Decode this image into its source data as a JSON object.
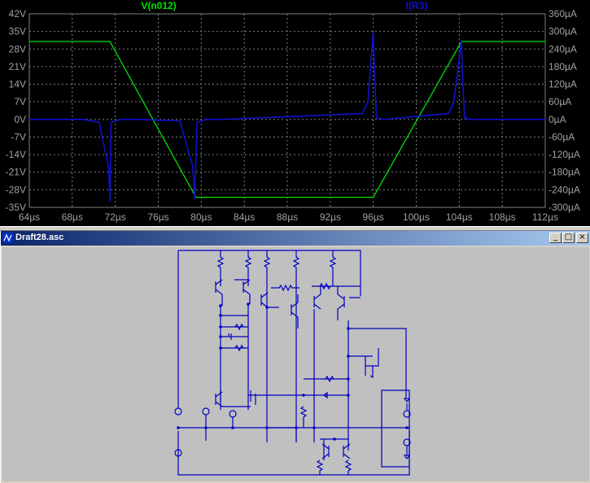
{
  "plot": {
    "trace_left": "V(n012)",
    "trace_right": "I(R3)",
    "y_left_ticks": [
      "42V",
      "35V",
      "28V",
      "21V",
      "14V",
      "7V",
      "0V",
      "-7V",
      "-14V",
      "-21V",
      "-28V",
      "-35V"
    ],
    "y_right_ticks": [
      "360µA",
      "300µA",
      "240µA",
      "180µA",
      "120µA",
      "60µA",
      "0µA",
      "-60µA",
      "-120µA",
      "-180µA",
      "-240µA",
      "-300µA"
    ],
    "x_ticks": [
      "64µs",
      "68µs",
      "72µs",
      "76µs",
      "80µs",
      "84µs",
      "88µs",
      "92µs",
      "96µs",
      "100µs",
      "104µs",
      "108µs",
      "112µs"
    ],
    "colors": {
      "voltage": "#00e000",
      "current": "#1010d0",
      "grid": "#808080",
      "background": "#000000"
    }
  },
  "chart_data": {
    "type": "line",
    "xlabel": "",
    "ylabel": "",
    "xlim": [
      64,
      112
    ],
    "ylim_left": [
      -35,
      42
    ],
    "ylim_right": [
      -300,
      360
    ],
    "x_unit": "µs",
    "series": [
      {
        "name": "V(n012)",
        "axis": "left",
        "x": [
          64,
          71.5,
          79.5,
          96,
          104.2,
          112
        ],
        "y": [
          31,
          31,
          -31,
          -31,
          31,
          31
        ]
      },
      {
        "name": "I(R3)",
        "axis": "right",
        "x": [
          64,
          69,
          70.5,
          71.4,
          71.5,
          71.6,
          72.5,
          74,
          78,
          79.2,
          79.4,
          79.6,
          80.5,
          82,
          95,
          95.5,
          96,
          96.1,
          96.3,
          97,
          103,
          103.5,
          104.2,
          104.3,
          104.5,
          105,
          112
        ],
        "y": [
          0,
          0,
          -10,
          -170,
          -280,
          -10,
          0,
          0,
          -5,
          -160,
          -270,
          -10,
          0,
          0,
          20,
          60,
          300,
          180,
          5,
          0,
          20,
          60,
          270,
          150,
          5,
          0,
          0
        ]
      }
    ]
  },
  "window": {
    "title": "Draft28.asc",
    "minimize": "_",
    "maximize": "□",
    "close": "×"
  }
}
